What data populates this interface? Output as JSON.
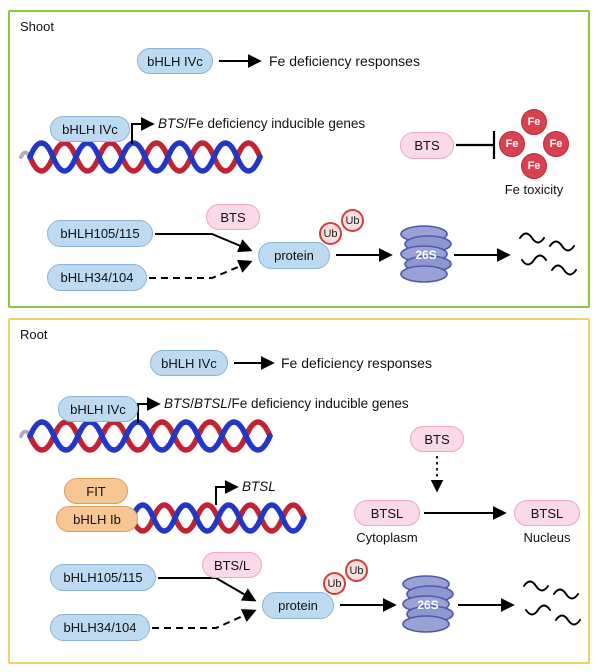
{
  "shoot": {
    "panel_label": "Shoot",
    "row1": {
      "pill": "bHLH IVc",
      "text": "Fe deficiency responses"
    },
    "row2": {
      "pill": "bHLH IVc",
      "gene_parts": [
        {
          "text": "BTS"
        },
        {
          "text": "/Fe deficiency inducible genes"
        }
      ]
    },
    "toxicity": {
      "bts_pill": "BTS",
      "fe": "Fe",
      "caption": "Fe toxicity"
    },
    "degradation": {
      "bhlh105_pill": "bHLH105/115",
      "bhlh34_pill": "bHLH34/104",
      "bts_pill": "BTS",
      "protein_pill": "protein",
      "ub": "Ub",
      "proteasome": "26S"
    }
  },
  "root": {
    "panel_label": "Root",
    "row1": {
      "pill": "bHLH IVc",
      "text": "Fe deficiency responses"
    },
    "row2": {
      "pill": "bHLH IVc",
      "gene_parts": [
        {
          "text": "BTS"
        },
        {
          "text": "/"
        },
        {
          "text": "BTSL"
        },
        {
          "text": "/Fe deficiency inducible genes"
        }
      ]
    },
    "btsl_row": {
      "fit_pill": "FIT",
      "bhlh_ib_pill": "bHLH Ib",
      "gene": "BTSL"
    },
    "translocation": {
      "bts_pill": "BTS",
      "btsl_cytoplasm_pill": "BTSL",
      "cytoplasm_caption": "Cytoplasm",
      "btsl_nucleus_pill": "BTSL",
      "nucleus_caption": "Nucleus"
    },
    "degradation": {
      "bhlh105_pill": "bHLH105/115",
      "bhlh34_pill": "bHLH34/104",
      "btsl_pill": "BTS/L",
      "protein_pill": "protein",
      "ub": "Ub",
      "proteasome": "26S"
    }
  },
  "colors": {
    "shoot_panel_border": "#8cc63f",
    "root_panel_border": "#f2d264",
    "bhlh_pill_fill": "#bedaf0",
    "bts_pill_fill": "#fbd9e9",
    "fit_pill_fill": "#f7c793",
    "fe_circle": "#d8414f",
    "ub_circle_border": "#cf4040",
    "proteasome_fill": "#99a2d6",
    "dna_blue": "#2337c6",
    "dna_red": "#c32232"
  }
}
